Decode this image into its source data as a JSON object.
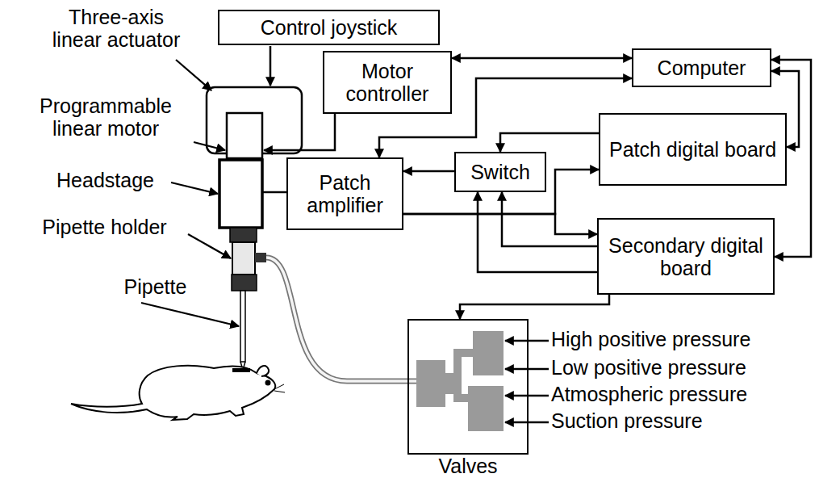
{
  "diagram": {
    "nodes": [
      {
        "text": [
          "Control joystick"
        ]
      },
      {
        "text": [
          "Motor controller"
        ]
      },
      {
        "text": [
          "Computer"
        ]
      },
      {
        "text": [
          "Patch digital board"
        ]
      },
      {
        "text": [
          "Switch"
        ]
      },
      {
        "text": [
          "Patch amplifier"
        ]
      },
      {
        "text": [
          "Secondary digital board"
        ]
      },
      {
        "text": [
          "Valves"
        ]
      }
    ],
    "edges": [
      {
        "from": 1,
        "to": 2,
        "arrow": "both"
      },
      {
        "from": 2,
        "to": 5,
        "arrow": "both"
      },
      {
        "from": 2,
        "to": 3,
        "arrow": "both"
      },
      {
        "from": 2,
        "to": 6,
        "arrow": "both"
      },
      {
        "from": 3,
        "to": 4,
        "arrow": "to"
      },
      {
        "from": 4,
        "to": 5,
        "arrow": "to"
      },
      {
        "from": 5,
        "to": 3,
        "arrow": "to"
      },
      {
        "from": 5,
        "to": 6,
        "arrow": "to"
      },
      {
        "from": 6,
        "to": 4,
        "arrow": "to"
      },
      {
        "from": 6,
        "to": 4,
        "arrow": "to"
      },
      {
        "from": 6,
        "to": 7,
        "arrow": "to"
      }
    ],
    "labels": [
      "Three-axis linear actuator",
      "Programmable linear motor",
      "Headstage",
      "Pipette holder",
      "Pipette",
      "High positive pressure",
      "Low positive pressure",
      "Atmospheric pressure",
      "Suction pressure"
    ]
  }
}
